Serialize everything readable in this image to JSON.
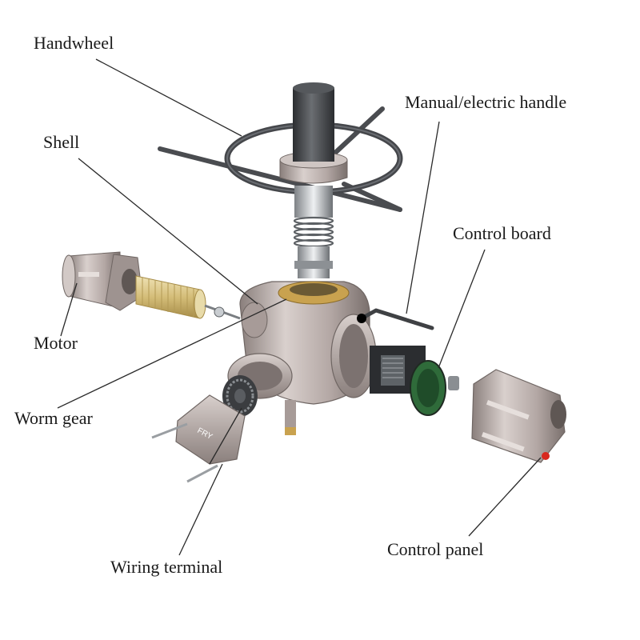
{
  "labels": {
    "handwheel": "Handwheel",
    "manual_electric_handle": "Manual/electric handle",
    "shell": "Shell",
    "control_board": "Control board",
    "motor": "Motor",
    "worm_gear": "Worm gear",
    "wiring_terminal": "Wiring terminal",
    "control_panel": "Control panel",
    "cover_marking": "FRY"
  },
  "colors": {
    "metal": "#b9aeab",
    "metal_dark": "#6f6663",
    "shaft": "#3f4144",
    "handwheel": "#4a4c50",
    "brass": "#c9a24f",
    "coil": "#d8c58a",
    "pcb": "#2f6b3a",
    "indicator_red": "#d8281f"
  }
}
